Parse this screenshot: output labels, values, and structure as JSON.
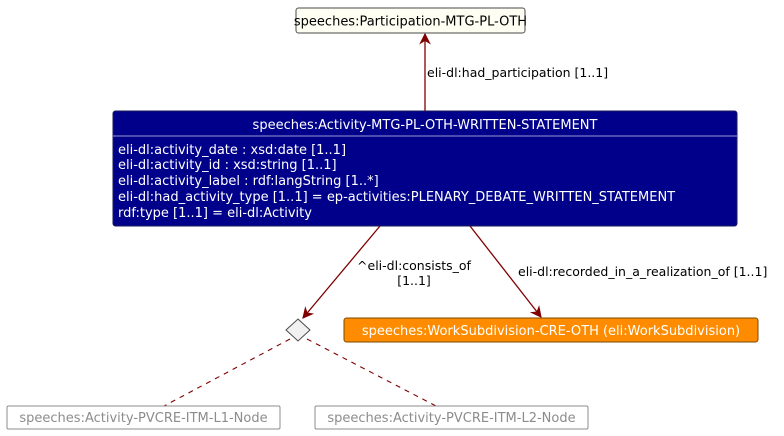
{
  "colors": {
    "note_fill": "#FEFEF2",
    "activity_fill": "#00008B",
    "work_fill": "#FF8C00",
    "edge": "#800000",
    "ghost_text": "#8C8C8C",
    "choice_fill": "#F1F1F1"
  },
  "nodes": {
    "participation": {
      "label": "speeches:Participation-MTG-PL-OTH"
    },
    "activity": {
      "title": "speeches:Activity-MTG-PL-OTH-WRITTEN-STATEMENT",
      "attributes": [
        "eli-dl:activity_date  : xsd:date  [1..1]",
        "eli-dl:activity_id  : xsd:string  [1..1]",
        "eli-dl:activity_label  : rdf:langString  [1..*]",
        "eli-dl:had_activity_type  [1..1]  = ep-activities:PLENARY_DEBATE_WRITTEN_STATEMENT",
        "rdf:type  [1..1]  = eli-dl:Activity"
      ]
    },
    "work_subdivision": {
      "label": "speeches:WorkSubdivision-CRE-OTH (eli:WorkSubdivision)"
    },
    "l1_node": {
      "label": "speeches:Activity-PVCRE-ITM-L1-Node"
    },
    "l2_node": {
      "label": "speeches:Activity-PVCRE-ITM-L2-Node"
    }
  },
  "edges": {
    "had_participation": "eli-dl:had_participation [1..1]",
    "consists_of_line1": "^eli-dl:consists_of",
    "consists_of_line2": "[1..1]",
    "recorded_in": "eli-dl:recorded_in_a_realization_of [1..1]"
  }
}
